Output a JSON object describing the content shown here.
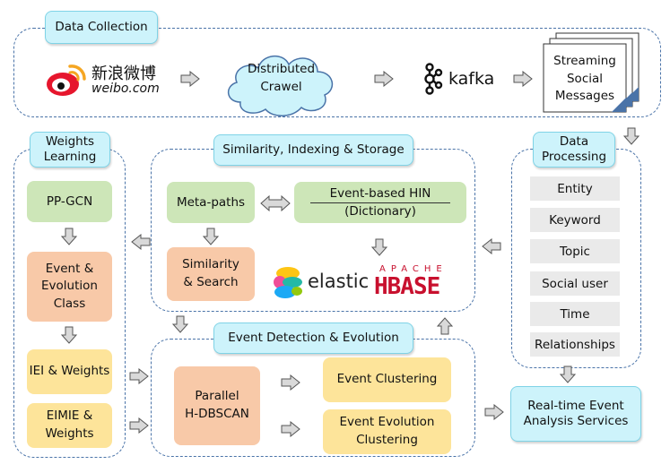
{
  "sections": {
    "data_collection": "Data Collection",
    "weights_learning": "Weights\nLearning",
    "similarity_indexing": "Similarity, Indexing & Storage",
    "data_processing": "Data\nProcessing",
    "event_detection": "Event Detection & Evolution"
  },
  "collection": {
    "weibo_chinese": "新浪微博",
    "weibo_domain": "weibo.com",
    "distributed": "Distributed\nCrawel",
    "kafka": "kafka",
    "streaming": "Streaming\nSocial\nMessages"
  },
  "weights": {
    "ppgcn": "PP-GCN",
    "event_class": "Event &\nEvolution\nClass",
    "iei": "IEI & Weights",
    "eimie": "EIMIE &\nWeights"
  },
  "similarity": {
    "meta_paths": "Meta-paths",
    "hin_top": "Event-based HIN",
    "hin_bottom": "(Dictionary)",
    "sim_search": "Similarity\n& Search",
    "elastic": "elastic",
    "apache": "APACHE",
    "hbase": "HBASE"
  },
  "processing": {
    "items": [
      "Entity",
      "Keyword",
      "Topic",
      "Social user",
      "Time",
      "Relationships"
    ]
  },
  "detection": {
    "parallel": "Parallel\nH-DBSCAN",
    "clustering": "Event Clustering",
    "evolution": "Event Evolution\nClustering"
  },
  "services": "Real-time Event\nAnalysis Services",
  "colors": {
    "group_border": "#4a73a8",
    "section_label": "#cdf3fb",
    "green_box": "#cde6b8",
    "peach_box": "#f8c9a8",
    "yellow_box": "#fde49a",
    "grey_box": "#eaeaea",
    "weibo_red": "#e6162d",
    "elastic_teal": "#24b9a7",
    "hbase_red": "#c8102e"
  }
}
